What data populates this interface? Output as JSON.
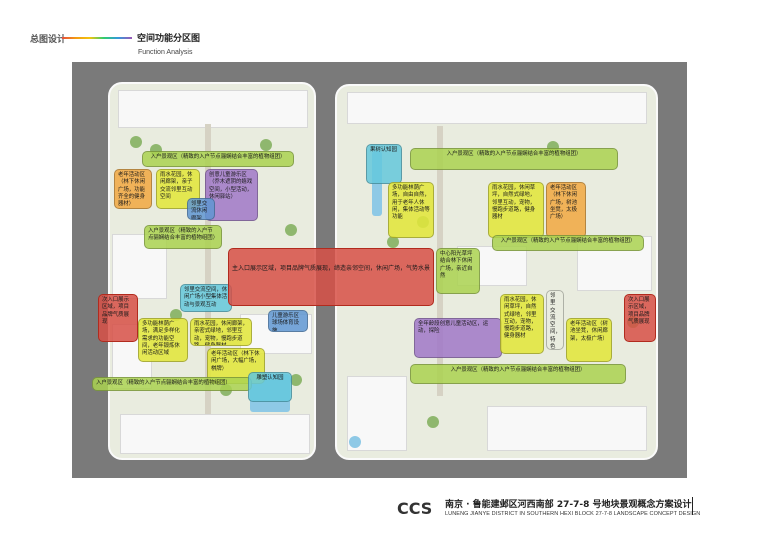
{
  "header": {
    "section": "总图设计",
    "title": "空间功能分区图",
    "subtitle": "Function Analysis"
  },
  "zones": {
    "l_entry_top": "入户景观区（精致的入户节点骊娴结合丰富的植物组团）",
    "l_elder": "老年活动区（林下休闲广场，功能齐全的健身器材）",
    "l_rain": "雨水花园，休闲廊架，亲子交流邻里互动空间",
    "l_kids": "创意儿童游乐区（乔木遮阴的嬉戏空间，小型活动，休闲驿站）",
    "l_neighbor": "邻里交流休闲廊架",
    "l_entry_mid": "入户景观区（精致的入户节点骊娴结合丰富的植物组团）",
    "l_neighbor2": "邻里交流空间，休闲广场小型集体活动与景观互动",
    "l_multi": "多功能林荫广场，满足多样化需求的功能空间，老年锻炼休闲活动区域",
    "l_rain2": "雨水花园，休闲廊架，亲密式绿地，邻里互动，宠物，慢跑步道路，健身器材",
    "l_elder2": "老年活动区（林下休闲广场，大幅广场，棋牌）",
    "l_kids2": "儿童游乐区球场体育设施",
    "l_entry_bottom": "入户景观区（精致的入户节点骊娴结合丰富的植物组团）",
    "l_pet": "雕塑认知园",
    "side_left": "次入口展示区域，项目品牌气质展现",
    "main": "主入口展示区域，项目品牌气质展现，缔造亲邻空间，休闲广场，气势水景",
    "r_fruit": "果树认知园",
    "r_entry_top": "入户景观区（精致的入户节点骊娴结合丰富的植物组团）",
    "r_multi": "多功能林荫广场，自由自然，用于老年人休闲，集体活动等功能",
    "r_rain": "雨水花园，休闲草坪，自然式绿地，邻里互动，宠物，慢跑步道路，健身器材",
    "r_elder": "老年活动区（林下休闲广场，树池坐凳，太极广场）",
    "r_entry_mid": "入户景观区（精致的入户节点骊娴结合丰富的植物组团）",
    "r_sun": "中心阳光草坪结合林下休闲广场，亲近自然",
    "r_kids": "全年龄段创意儿童活动区，运动，探险",
    "r_rain2": "雨水花园，休闲草坪，自然式绿地，邻里互动，宠物，慢跑步道路，健身器材",
    "r_neighbor": "邻里交流空间，特色木平台，乔木遮阴，精神堡垒",
    "r_elder2": "老年活动区（树池坐凳，休闲廊架，太极广场）",
    "r_entry_bottom": "入户景观区（精致的入户节点骊娴结合丰富的植物组团）",
    "side_right": "次入口展示区域，项目品牌气质展现"
  },
  "footer": {
    "logo": "CCS",
    "title": "南京 · 鲁能建邺区河西南部 27-7-8 号地块景观概念方案设计",
    "subtitle": "LUNENG JIANYE DISTRICT IN SOUTHERN HEXI BLOCK 27-7-8  LANDSCAPE CONCEPT DESIGN"
  }
}
